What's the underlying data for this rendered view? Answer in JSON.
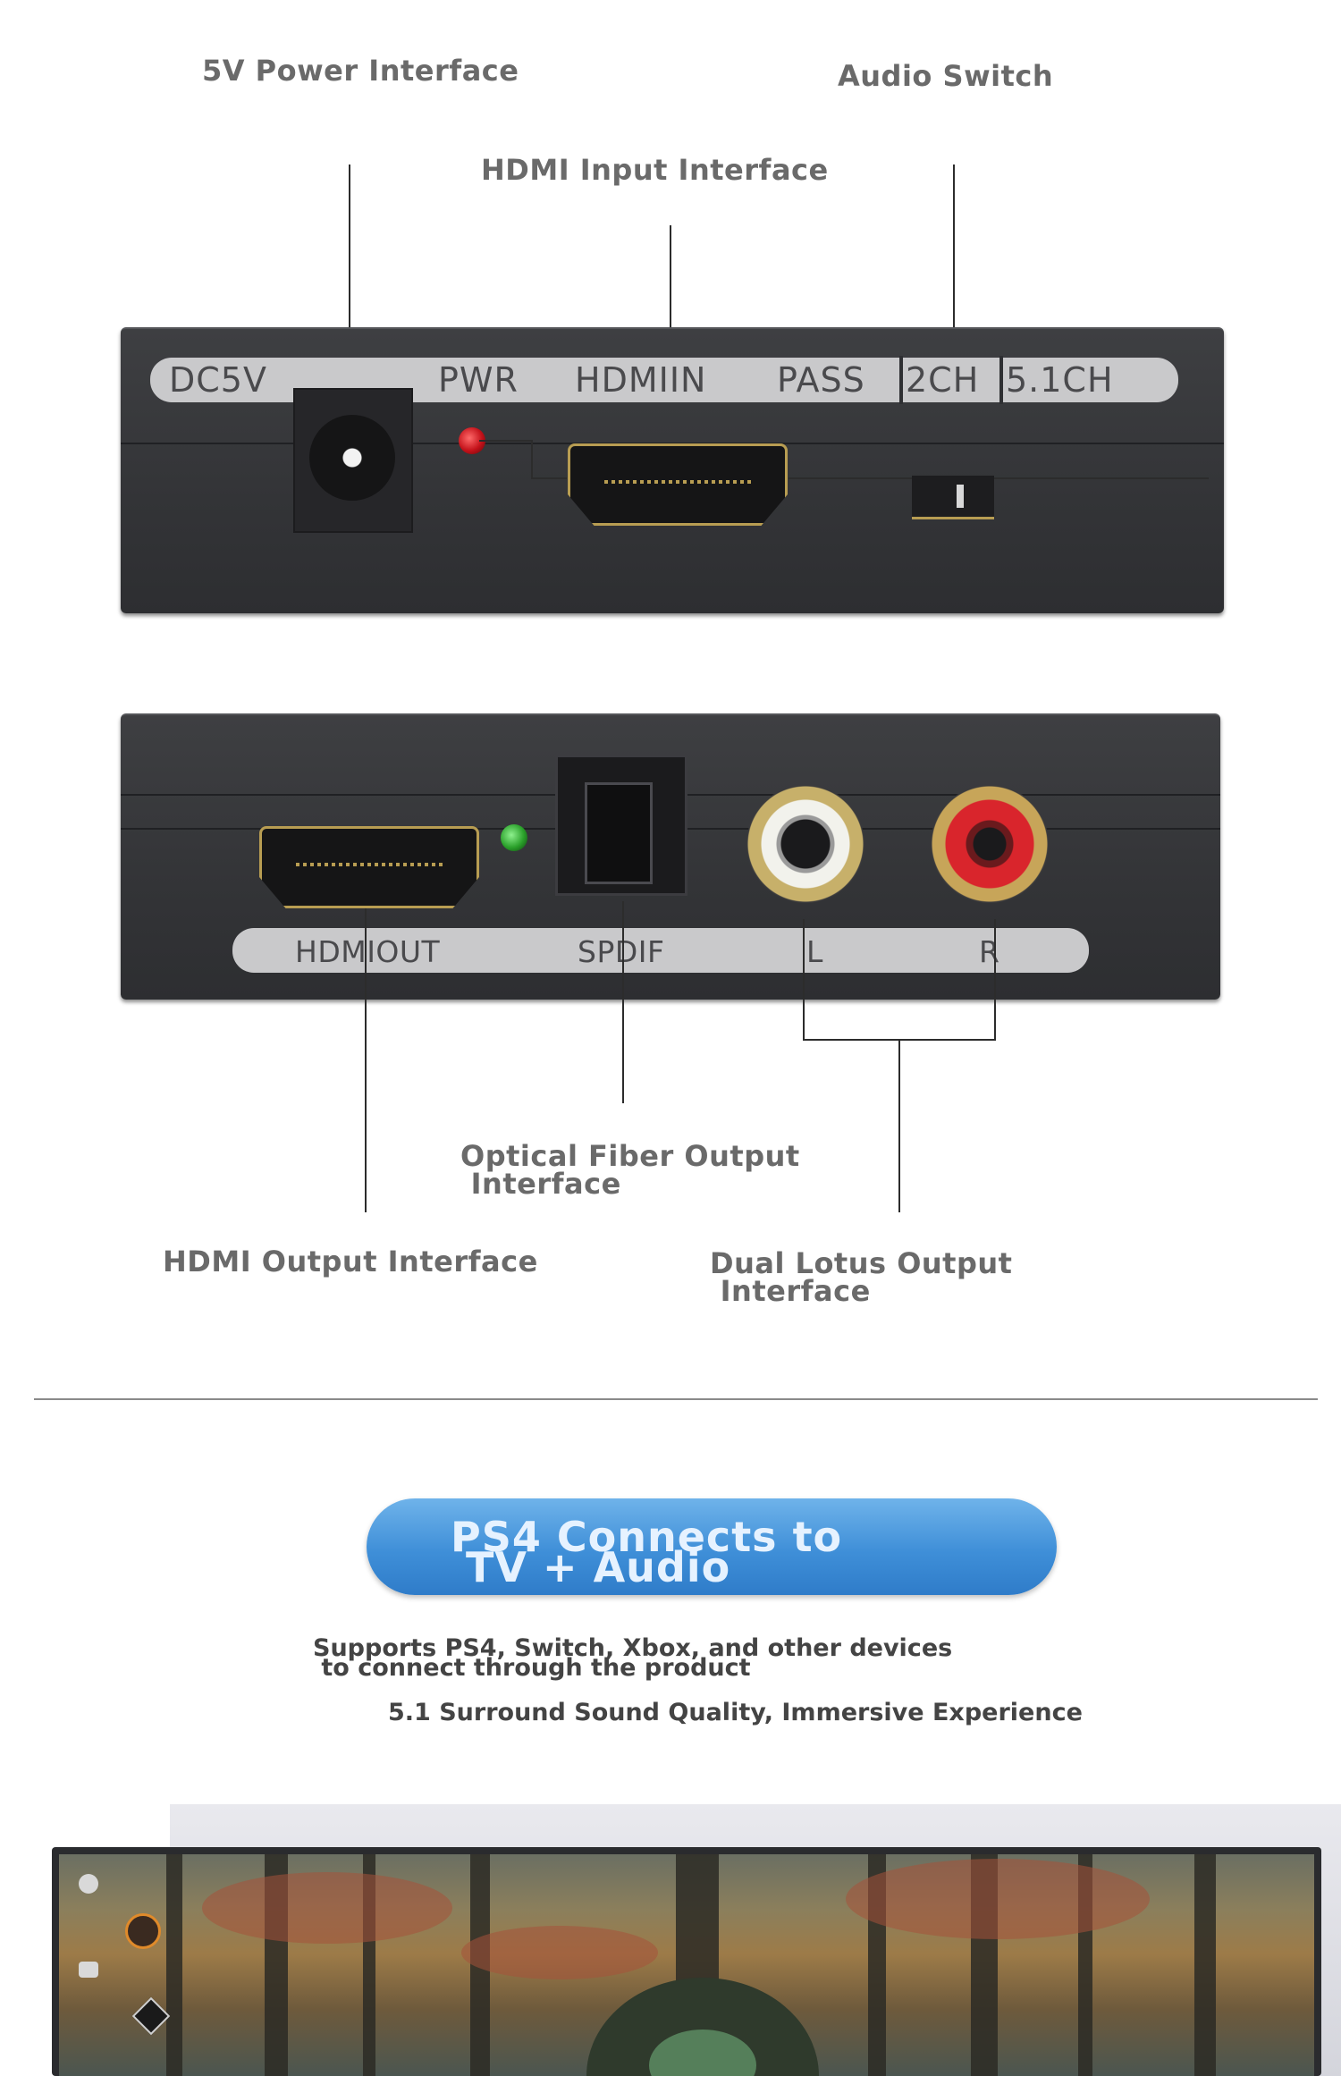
{
  "callouts": {
    "power": "5V Power Interface",
    "audio_switch": "Audio Switch",
    "hdmi_input": "HDMI Input Interface",
    "optical": "Optical Fiber Output\n Interface",
    "hdmi_output": "HDMI Output Interface",
    "dual_lotus": "Dual Lotus Output\n Interface"
  },
  "top_panel": {
    "dc5v": "DC5V",
    "pwr": "PWR",
    "hdmiin": "HDMIIN",
    "pass": "PASS",
    "ch2": "2CH",
    "ch51": "5.1CH"
  },
  "bottom_panel": {
    "hdmiout": "HDMIOUT",
    "spdif": "SPDIF",
    "left": "L",
    "right": "R"
  },
  "ps4": {
    "title": "PS4 Connects to\n TV + Audio",
    "line1": "Supports PS4, Switch, Xbox, and other devices\n to connect through the product",
    "line2": "5.1 Surround Sound Quality, Immersive Experience"
  },
  "colors": {
    "power_led": "#c4121a",
    "status_led": "#2aa02a",
    "rca_left": "#f2f2ec",
    "rca_right": "#d9252c",
    "pill_blue": "#3f8fd8"
  }
}
